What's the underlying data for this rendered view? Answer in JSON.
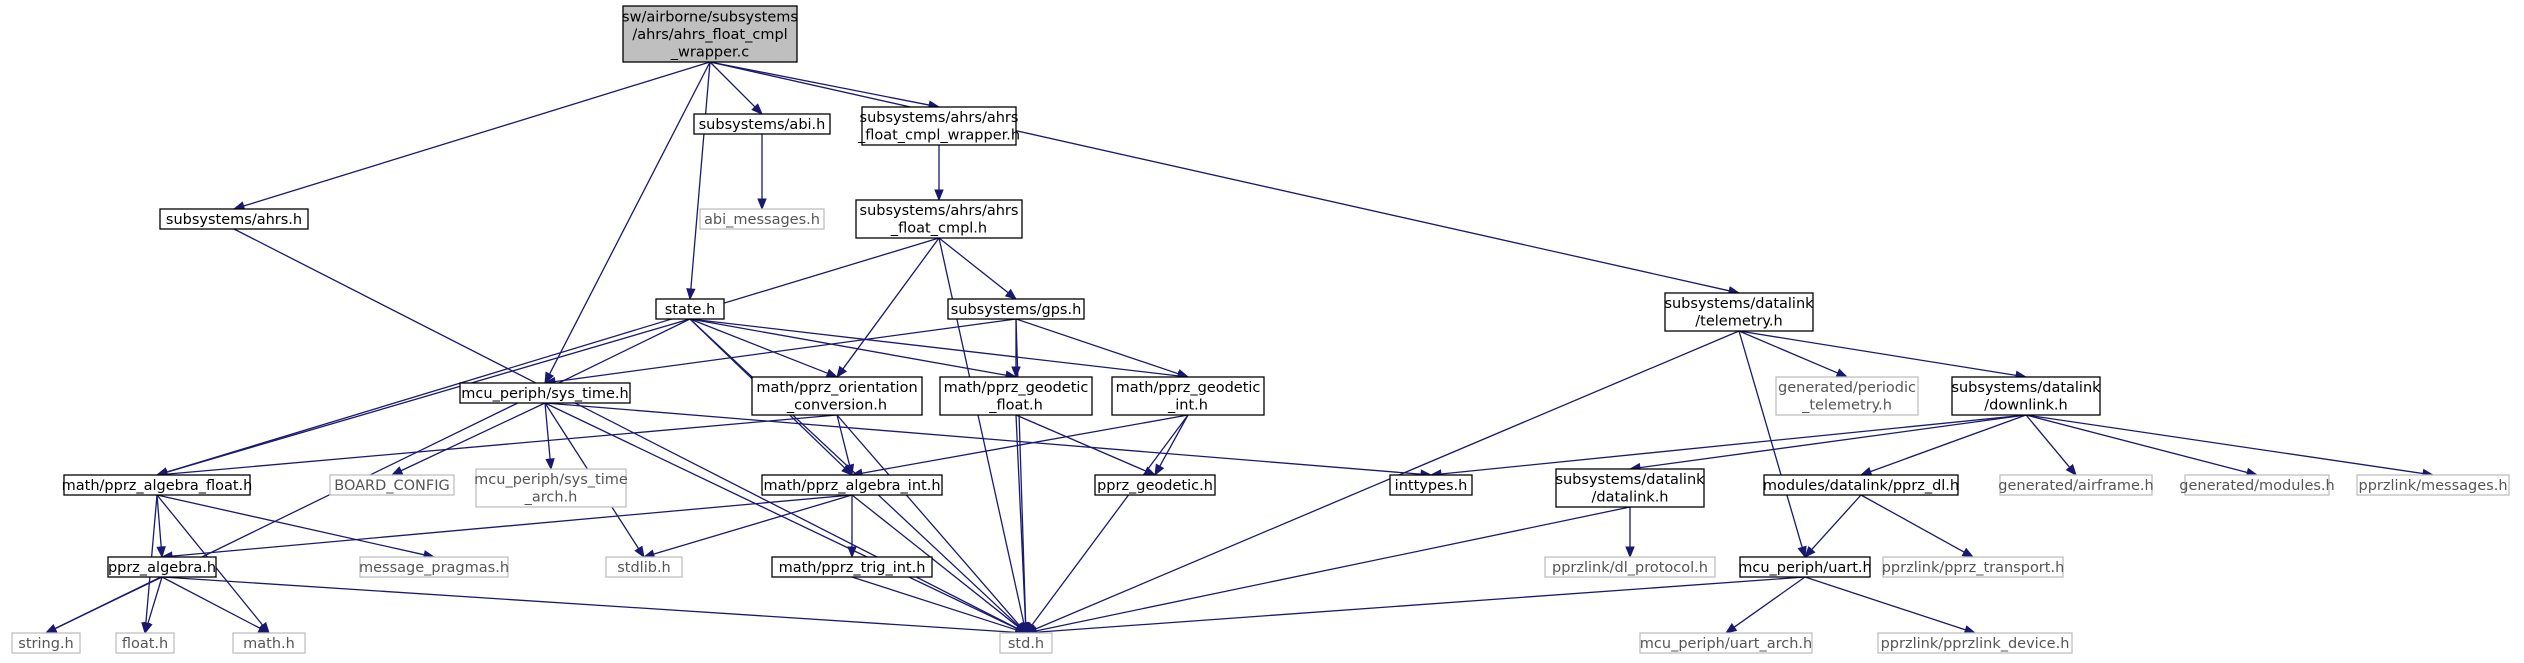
{
  "nodes": [
    {
      "id": "root",
      "lines": [
        "sw/airborne/subsystems",
        "/ahrs/ahrs_float_cmpl",
        "_wrapper.c"
      ],
      "kind": "root"
    },
    {
      "id": "ahrs_h",
      "lines": [
        "subsystems/ahrs.h"
      ],
      "kind": "local"
    },
    {
      "id": "abi_h",
      "lines": [
        "subsystems/abi.h"
      ],
      "kind": "local"
    },
    {
      "id": "abi_messages_h",
      "lines": [
        "abi_messages.h"
      ],
      "kind": "external"
    },
    {
      "id": "wrapper_h",
      "lines": [
        "subsystems/ahrs/ahrs",
        "_float_cmpl_wrapper.h"
      ],
      "kind": "local"
    },
    {
      "id": "cmpl_h",
      "lines": [
        "subsystems/ahrs/ahrs",
        "_float_cmpl.h"
      ],
      "kind": "local"
    },
    {
      "id": "telemetry_h",
      "lines": [
        "subsystems/datalink",
        "/telemetry.h"
      ],
      "kind": "local"
    },
    {
      "id": "state_h",
      "lines": [
        "state.h"
      ],
      "kind": "local"
    },
    {
      "id": "gps_h",
      "lines": [
        "subsystems/gps.h"
      ],
      "kind": "local"
    },
    {
      "id": "sys_time_h",
      "lines": [
        "mcu_periph/sys_time.h"
      ],
      "kind": "local"
    },
    {
      "id": "orient_h",
      "lines": [
        "math/pprz_orientation",
        "_conversion.h"
      ],
      "kind": "local"
    },
    {
      "id": "geo_float_h",
      "lines": [
        "math/pprz_geodetic",
        "_float.h"
      ],
      "kind": "local"
    },
    {
      "id": "geo_int_h",
      "lines": [
        "math/pprz_geodetic",
        "_int.h"
      ],
      "kind": "local"
    },
    {
      "id": "periodic_tel_h",
      "lines": [
        "generated/periodic",
        "_telemetry.h"
      ],
      "kind": "external"
    },
    {
      "id": "downlink_h",
      "lines": [
        "subsystems/datalink",
        "/downlink.h"
      ],
      "kind": "local"
    },
    {
      "id": "alg_float_h",
      "lines": [
        "math/pprz_algebra_float.h"
      ],
      "kind": "local"
    },
    {
      "id": "board_config",
      "lines": [
        "BOARD_CONFIG"
      ],
      "kind": "external"
    },
    {
      "id": "sys_time_arch_h",
      "lines": [
        "mcu_periph/sys_time",
        "_arch.h"
      ],
      "kind": "external"
    },
    {
      "id": "alg_int_h",
      "lines": [
        "math/pprz_algebra_int.h"
      ],
      "kind": "local"
    },
    {
      "id": "geodetic_h",
      "lines": [
        "pprz_geodetic.h"
      ],
      "kind": "local"
    },
    {
      "id": "inttypes_h",
      "lines": [
        "inttypes.h"
      ],
      "kind": "local"
    },
    {
      "id": "datalink_h",
      "lines": [
        "subsystems/datalink",
        "/datalink.h"
      ],
      "kind": "local"
    },
    {
      "id": "pprz_dl_h",
      "lines": [
        "modules/datalink/pprz_dl.h"
      ],
      "kind": "local"
    },
    {
      "id": "airframe_h",
      "lines": [
        "generated/airframe.h"
      ],
      "kind": "external"
    },
    {
      "id": "modules_h",
      "lines": [
        "generated/modules.h"
      ],
      "kind": "external"
    },
    {
      "id": "messages_h",
      "lines": [
        "pprzlink/messages.h"
      ],
      "kind": "external"
    },
    {
      "id": "pprz_algebra_h",
      "lines": [
        "pprz_algebra.h"
      ],
      "kind": "local"
    },
    {
      "id": "message_pragmas_h",
      "lines": [
        "message_pragmas.h"
      ],
      "kind": "external"
    },
    {
      "id": "stdlib_h",
      "lines": [
        "stdlib.h"
      ],
      "kind": "external"
    },
    {
      "id": "trig_int_h",
      "lines": [
        "math/pprz_trig_int.h"
      ],
      "kind": "local"
    },
    {
      "id": "dl_protocol_h",
      "lines": [
        "pprzlink/dl_protocol.h"
      ],
      "kind": "external"
    },
    {
      "id": "uart_h",
      "lines": [
        "mcu_periph/uart.h"
      ],
      "kind": "local"
    },
    {
      "id": "pprz_transport_h",
      "lines": [
        "pprzlink/pprz_transport.h"
      ],
      "kind": "external"
    },
    {
      "id": "string_h",
      "lines": [
        "string.h"
      ],
      "kind": "external"
    },
    {
      "id": "float_h",
      "lines": [
        "float.h"
      ],
      "kind": "external"
    },
    {
      "id": "math_h",
      "lines": [
        "math.h"
      ],
      "kind": "external"
    },
    {
      "id": "std_h",
      "lines": [
        "std.h"
      ],
      "kind": "external"
    },
    {
      "id": "uart_arch_h",
      "lines": [
        "mcu_periph/uart_arch.h"
      ],
      "kind": "external"
    },
    {
      "id": "pprzlink_device_h",
      "lines": [
        "pprzlink/pprzlink_device.h"
      ],
      "kind": "external"
    }
  ],
  "edges": [
    [
      "root",
      "ahrs_h"
    ],
    [
      "root",
      "abi_h"
    ],
    [
      "root",
      "wrapper_h"
    ],
    [
      "root",
      "telemetry_h"
    ],
    [
      "root",
      "state_h"
    ],
    [
      "root",
      "sys_time_h"
    ],
    [
      "ahrs_h",
      "std_h"
    ],
    [
      "abi_h",
      "abi_messages_h"
    ],
    [
      "wrapper_h",
      "cmpl_h"
    ],
    [
      "cmpl_h",
      "alg_float_h"
    ],
    [
      "cmpl_h",
      "orient_h"
    ],
    [
      "cmpl_h",
      "gps_h"
    ],
    [
      "cmpl_h",
      "std_h"
    ],
    [
      "telemetry_h",
      "periodic_tel_h"
    ],
    [
      "telemetry_h",
      "downlink_h"
    ],
    [
      "telemetry_h",
      "uart_h"
    ],
    [
      "telemetry_h",
      "std_h"
    ],
    [
      "state_h",
      "string_h"
    ],
    [
      "state_h",
      "alg_float_h"
    ],
    [
      "state_h",
      "orient_h"
    ],
    [
      "state_h",
      "alg_int_h"
    ],
    [
      "state_h",
      "geo_float_h"
    ],
    [
      "state_h",
      "geo_int_h"
    ],
    [
      "state_h",
      "std_h"
    ],
    [
      "gps_h",
      "sys_time_h"
    ],
    [
      "gps_h",
      "geo_float_h"
    ],
    [
      "gps_h",
      "geo_int_h"
    ],
    [
      "gps_h",
      "std_h"
    ],
    [
      "sys_time_h",
      "board_config"
    ],
    [
      "sys_time_h",
      "sys_time_arch_h"
    ],
    [
      "sys_time_h",
      "stdlib_h"
    ],
    [
      "sys_time_h",
      "inttypes_h"
    ],
    [
      "sys_time_h",
      "std_h"
    ],
    [
      "orient_h",
      "alg_float_h"
    ],
    [
      "orient_h",
      "alg_int_h"
    ],
    [
      "orient_h",
      "std_h"
    ],
    [
      "geo_float_h",
      "geodetic_h"
    ],
    [
      "geo_float_h",
      "std_h"
    ],
    [
      "geo_int_h",
      "geodetic_h"
    ],
    [
      "geo_int_h",
      "alg_int_h"
    ],
    [
      "geo_int_h",
      "std_h"
    ],
    [
      "downlink_h",
      "inttypes_h"
    ],
    [
      "downlink_h",
      "datalink_h"
    ],
    [
      "downlink_h",
      "pprz_dl_h"
    ],
    [
      "downlink_h",
      "airframe_h"
    ],
    [
      "downlink_h",
      "modules_h"
    ],
    [
      "downlink_h",
      "messages_h"
    ],
    [
      "alg_float_h",
      "pprz_algebra_h"
    ],
    [
      "alg_float_h",
      "message_pragmas_h"
    ],
    [
      "alg_float_h",
      "float_h"
    ],
    [
      "alg_float_h",
      "math_h"
    ],
    [
      "alg_int_h",
      "pprz_algebra_h"
    ],
    [
      "alg_int_h",
      "stdlib_h"
    ],
    [
      "alg_int_h",
      "trig_int_h"
    ],
    [
      "alg_int_h",
      "std_h"
    ],
    [
      "trig_int_h",
      "std_h"
    ],
    [
      "datalink_h",
      "dl_protocol_h"
    ],
    [
      "datalink_h",
      "std_h"
    ],
    [
      "pprz_dl_h",
      "uart_h"
    ],
    [
      "pprz_dl_h",
      "pprz_transport_h"
    ],
    [
      "uart_h",
      "uart_arch_h"
    ],
    [
      "uart_h",
      "pprzlink_device_h"
    ],
    [
      "uart_h",
      "std_h"
    ],
    [
      "pprz_algebra_h",
      "string_h"
    ],
    [
      "pprz_algebra_h",
      "float_h"
    ],
    [
      "pprz_algebra_h",
      "math_h"
    ],
    [
      "pprz_algebra_h",
      "std_h"
    ]
  ]
}
